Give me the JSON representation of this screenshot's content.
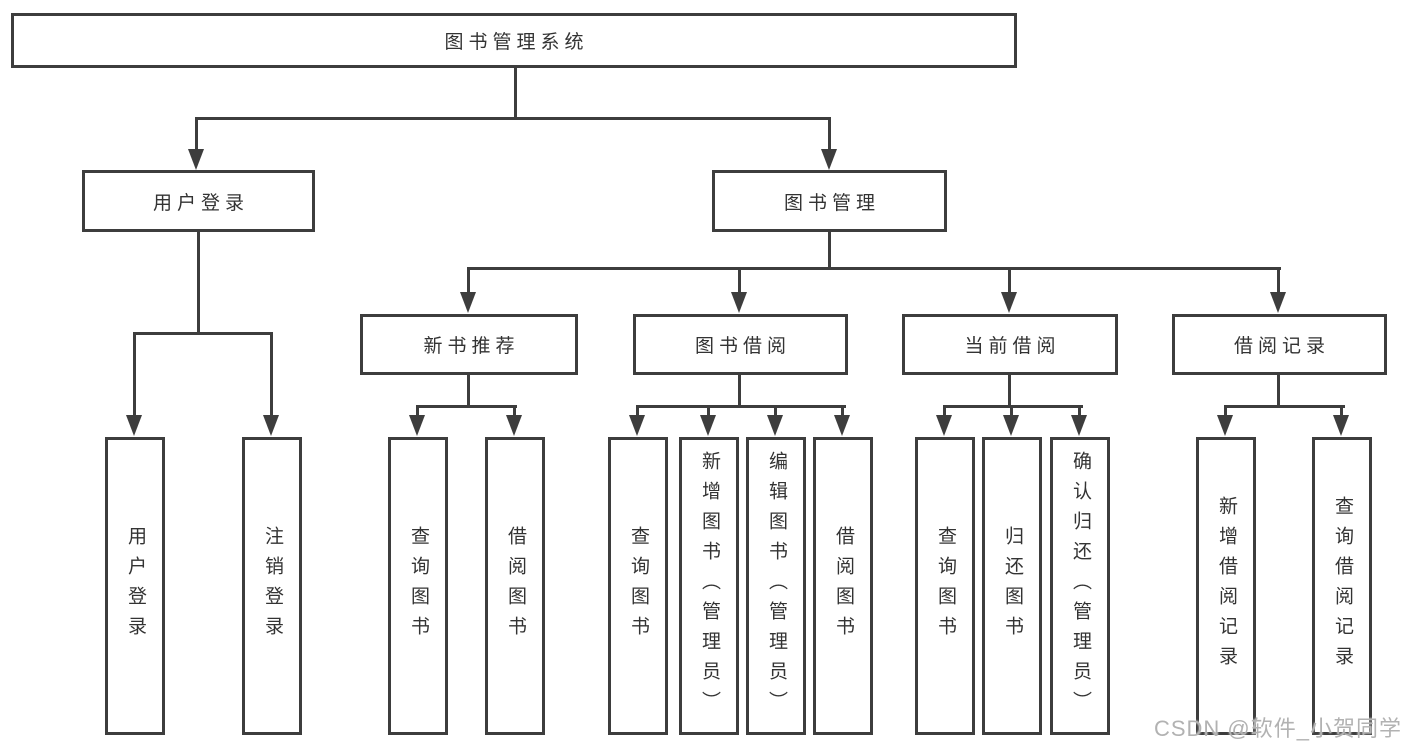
{
  "colors": {
    "line": "#3d3d3d",
    "text": "#333333",
    "watermark": "#b2b2b2",
    "background": "#ffffff"
  },
  "diagram": {
    "root": {
      "label": "图书管理系统",
      "children": [
        {
          "label": "用户登录",
          "children": [
            {
              "label": "用户登录"
            },
            {
              "label": "注销登录"
            }
          ]
        },
        {
          "label": "图书管理",
          "children": [
            {
              "label": "新书推荐",
              "children": [
                {
                  "label": "查询图书"
                },
                {
                  "label": "借阅图书"
                }
              ]
            },
            {
              "label": "图书借阅",
              "children": [
                {
                  "label": "查询图书"
                },
                {
                  "label": "新增图书（管理员）"
                },
                {
                  "label": "编辑图书（管理员）"
                },
                {
                  "label": "借阅图书"
                }
              ]
            },
            {
              "label": "当前借阅",
              "children": [
                {
                  "label": "查询图书"
                },
                {
                  "label": "归还图书"
                },
                {
                  "label": "确认归还（管理员）"
                }
              ]
            },
            {
              "label": "借阅记录",
              "children": [
                {
                  "label": "新增借阅记录"
                },
                {
                  "label": "查询借阅记录"
                }
              ]
            }
          ]
        }
      ]
    }
  },
  "watermark": {
    "text": "CSDN @软件_小贺同学"
  }
}
